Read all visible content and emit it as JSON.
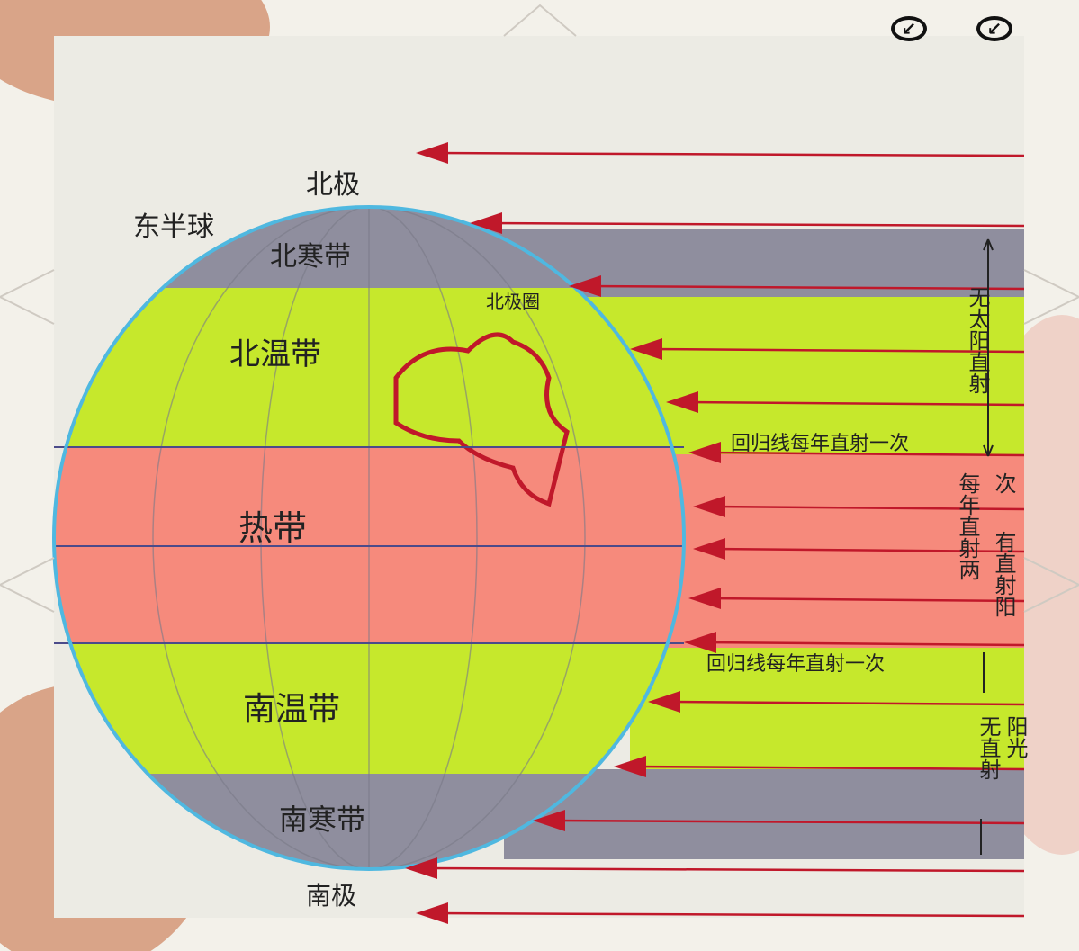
{
  "labels": {
    "hemisphere": "东半球",
    "north_pole": "北极",
    "south_pole": "南极",
    "north_frigid": "北寒带",
    "north_temperate": "北温带",
    "tropical": "热带",
    "south_temperate": "南温带",
    "south_frigid": "南寒带",
    "arctic_circle": "北极圈",
    "tropic_north_note": "回归线每年直射一次",
    "tropic_south_note": "回归线每年直射一次",
    "no_direct_sun_top": "无太阳直射",
    "twice_a_year": "每年直射两",
    "twice_a_year_end": "次",
    "has_direct_sun": "有直射阳",
    "no_direct_bottom": "无直射",
    "sunlight": "阳光"
  },
  "colors": {
    "frigid": "#8f8e9e",
    "temperate": "#c6e82c",
    "tropical": "#f68a7c",
    "sun_ray": "#c0182a",
    "globe_outline": "#4fb8e0"
  },
  "icons": [
    "arrow-down-left-circle-icon",
    "arrow-down-left-circle-icon"
  ]
}
